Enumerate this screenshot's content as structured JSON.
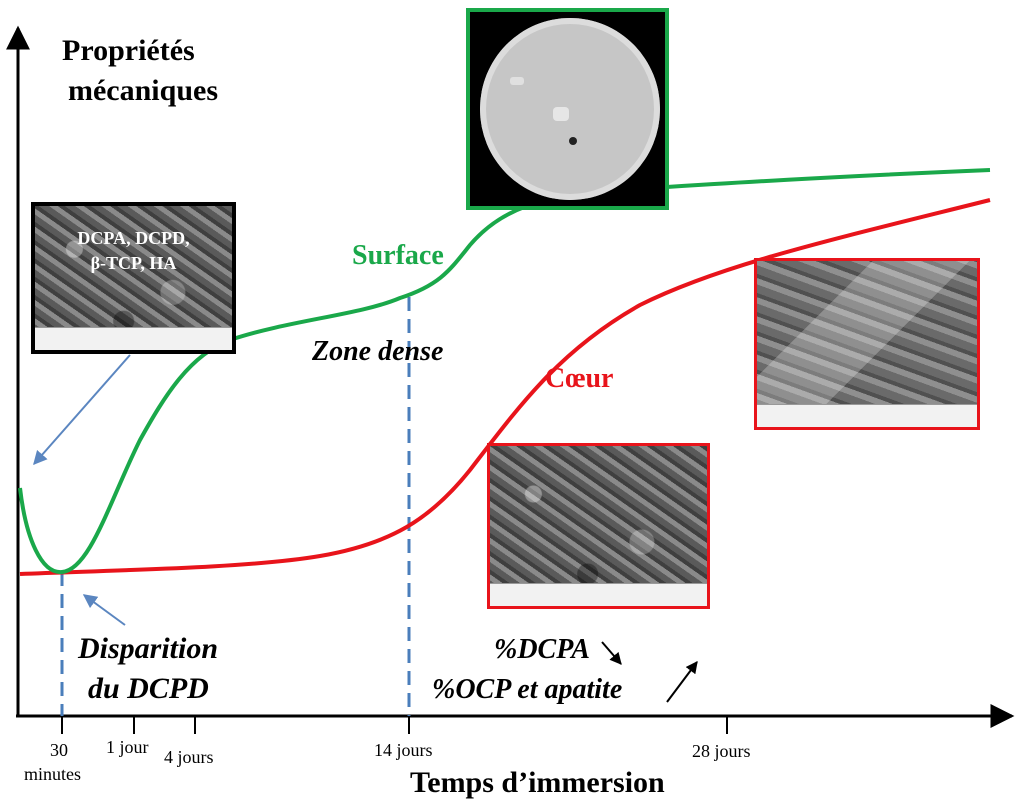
{
  "axes": {
    "y_title_line1": "Propriétés",
    "y_title_line2": "mécaniques",
    "x_title": "Temps d’immersion"
  },
  "x_ticks": [
    {
      "label_line1": "30",
      "label_line2": "minutes"
    },
    {
      "label_line1": "1 jour"
    },
    {
      "label_line1": "4 jours"
    },
    {
      "label_line1": "14 jours"
    },
    {
      "label_line1": "28 jours"
    }
  ],
  "curves": {
    "surface": {
      "label": "Surface",
      "color": "#1aa84a"
    },
    "coeur": {
      "label": "Cœur",
      "color": "#e8141b"
    }
  },
  "annotations": {
    "zone_dense": "Zone dense",
    "disparition_line1": "Disparition",
    "disparition_line2": "du DCPD",
    "dcpa": "%DCPA",
    "ocp": "%OCP et apatite",
    "dashed_line_color": "#4a7ebb",
    "arrow_color": "#5b86c0"
  },
  "panels": {
    "early": {
      "caption_line1": "DCPA, DCPD,",
      "caption_line2": "β-TCP, HA",
      "border_color": "#000000"
    },
    "tomography": {
      "border_color": "#1aa84a"
    },
    "mid": {
      "border_color": "#e8141b"
    },
    "late": {
      "border_color": "#e8141b"
    }
  }
}
